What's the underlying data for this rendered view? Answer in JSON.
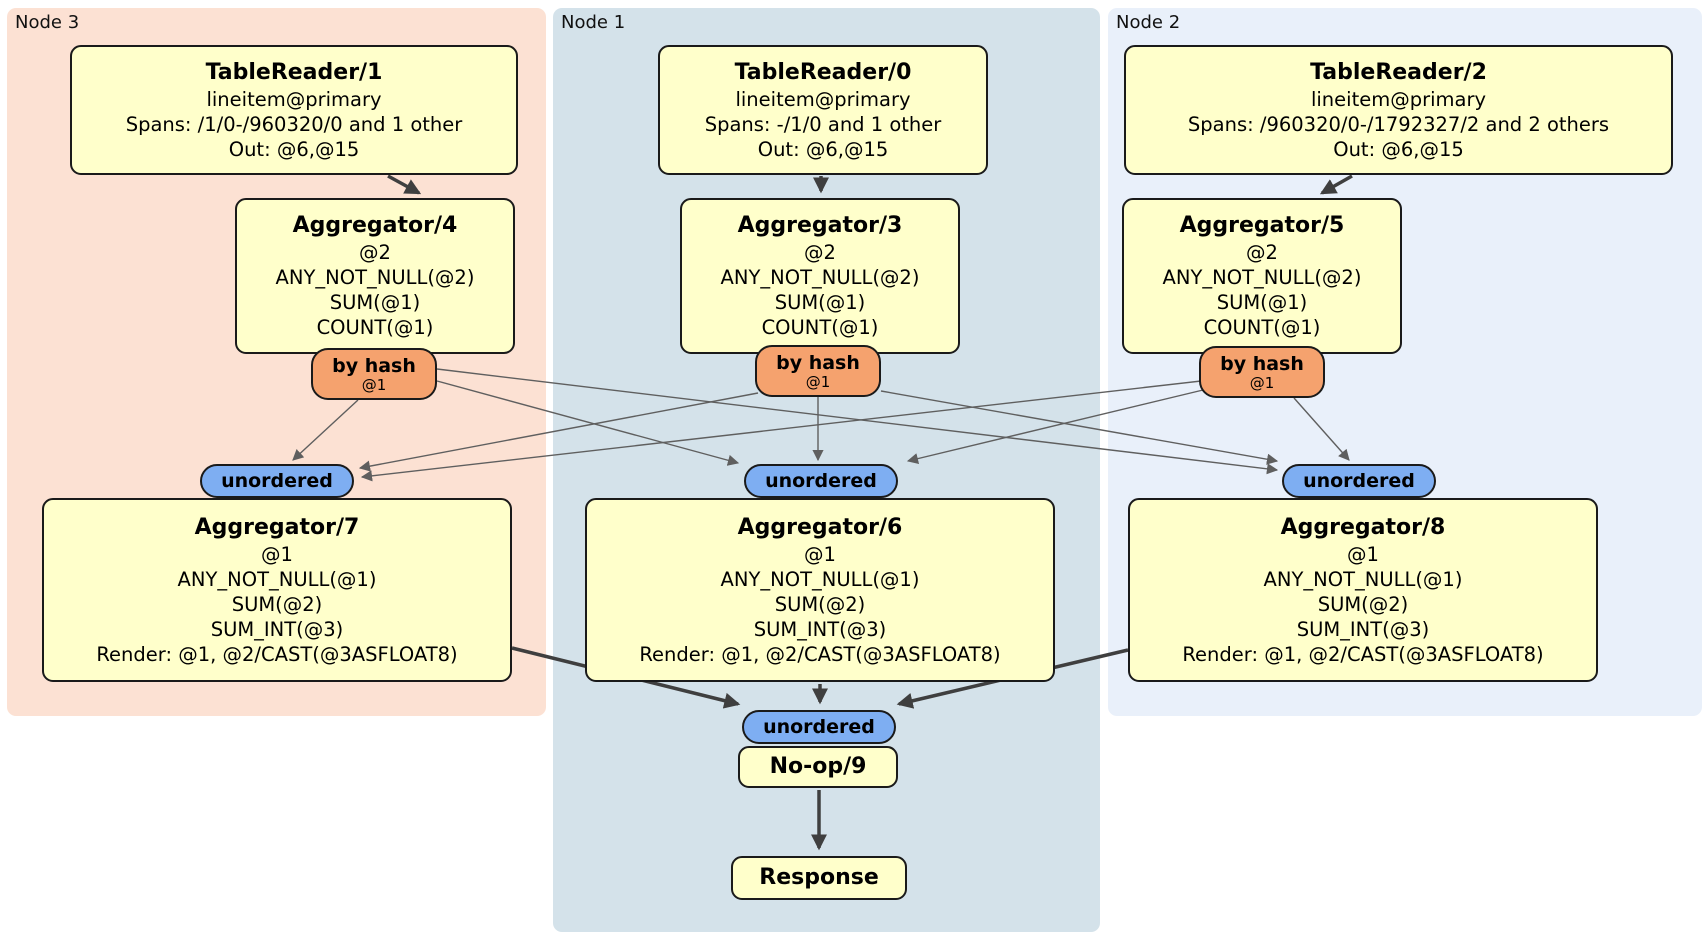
{
  "nodes": {
    "node3": {
      "label": "Node 3"
    },
    "node1": {
      "label": "Node 1"
    },
    "node2": {
      "label": "Node 2"
    }
  },
  "processors": {
    "tr1": {
      "title": "TableReader/1",
      "lines": [
        "lineitem@primary",
        "Spans: /1/0-/960320/0 and 1 other",
        "Out: @6,@15"
      ]
    },
    "tr0": {
      "title": "TableReader/0",
      "lines": [
        "lineitem@primary",
        "Spans: -/1/0 and 1 other",
        "Out: @6,@15"
      ]
    },
    "tr2": {
      "title": "TableReader/2",
      "lines": [
        "lineitem@primary",
        "Spans: /960320/0-/1792327/2 and 2 others",
        "Out: @6,@15"
      ]
    },
    "agg4": {
      "title": "Aggregator/4",
      "lines": [
        "@2",
        "ANY_NOT_NULL(@2)",
        "SUM(@1)",
        "COUNT(@1)"
      ]
    },
    "agg3": {
      "title": "Aggregator/3",
      "lines": [
        "@2",
        "ANY_NOT_NULL(@2)",
        "SUM(@1)",
        "COUNT(@1)"
      ]
    },
    "agg5": {
      "title": "Aggregator/5",
      "lines": [
        "@2",
        "ANY_NOT_NULL(@2)",
        "SUM(@1)",
        "COUNT(@1)"
      ]
    },
    "agg7": {
      "title": "Aggregator/7",
      "lines": [
        "@1",
        "ANY_NOT_NULL(@1)",
        "SUM(@2)",
        "SUM_INT(@3)",
        "Render: @1, @2/CAST(@3ASFLOAT8)"
      ]
    },
    "agg6": {
      "title": "Aggregator/6",
      "lines": [
        "@1",
        "ANY_NOT_NULL(@1)",
        "SUM(@2)",
        "SUM_INT(@3)",
        "Render: @1, @2/CAST(@3ASFLOAT8)"
      ]
    },
    "agg8": {
      "title": "Aggregator/8",
      "lines": [
        "@1",
        "ANY_NOT_NULL(@1)",
        "SUM(@2)",
        "SUM_INT(@3)",
        "Render: @1, @2/CAST(@3ASFLOAT8)"
      ]
    },
    "noop": {
      "title": "No-op/9"
    },
    "response": {
      "title": "Response"
    }
  },
  "routers": {
    "hash4": {
      "label": "by hash",
      "detail": "@1"
    },
    "hash3": {
      "label": "by hash",
      "detail": "@1"
    },
    "hash5": {
      "label": "by hash",
      "detail": "@1"
    }
  },
  "syncs": {
    "left": {
      "label": "unordered"
    },
    "middle": {
      "label": "unordered"
    },
    "right": {
      "label": "unordered"
    },
    "final": {
      "label": "unordered"
    }
  },
  "colors": {
    "node3_bg": "#fce1d3",
    "node1_bg": "#d4e2ea",
    "node2_bg": "#e9f0fa",
    "processor_fill": "#ffffcb",
    "router_fill": "#f5a26e",
    "sync_fill": "#7eaef2",
    "edge_thin": "#5f5f5f",
    "edge_thick": "#3f3f3f"
  }
}
